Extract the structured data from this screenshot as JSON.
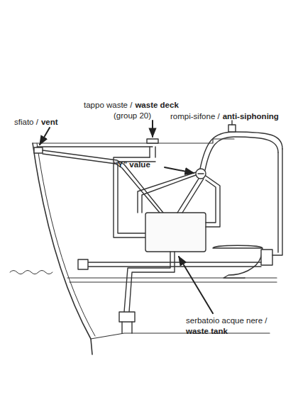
{
  "diagram": {
    "labels": [
      "tappo waste /",
      "waste deck",
      "(group 20)",
      "sfiato /",
      "vent",
      "rompi-sifone /",
      "anti-siphoning",
      "“Y” value",
      "serbatoio acque nere /",
      "waste tank"
    ]
  }
}
